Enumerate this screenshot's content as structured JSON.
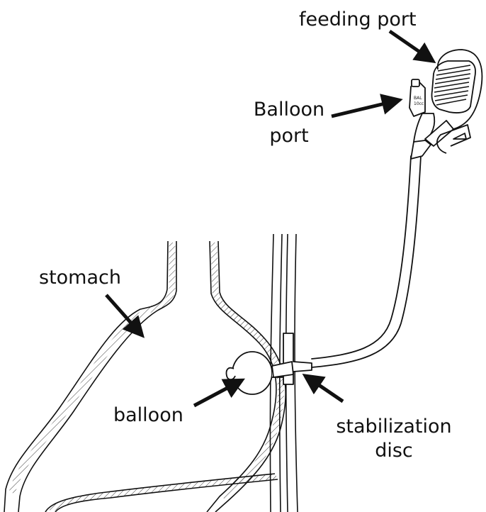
{
  "labels": {
    "feeding_port": "feeding port",
    "balloon_port_line1": "Balloon",
    "balloon_port_line2": "port",
    "stomach": "stomach",
    "balloon": "balloon",
    "stabilization_disc_line1": "stabilization",
    "stabilization_disc_line2": "disc"
  },
  "colors": {
    "ink": "#111111",
    "background": "#ffffff"
  }
}
